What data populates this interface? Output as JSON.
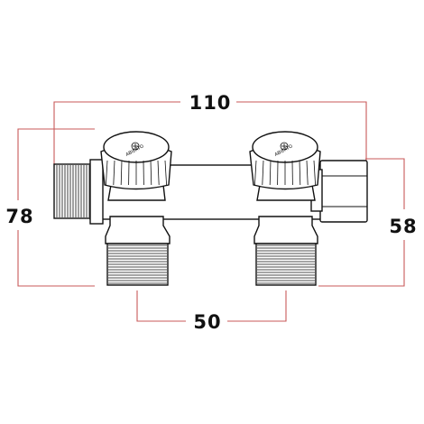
{
  "figure": {
    "dimensions": {
      "overall_width": "110",
      "overall_height": "78",
      "right_height": "58",
      "outlet_spacing": "50"
    },
    "knob_label": "ABIERTO",
    "colors": {
      "dimension_lines": "#c85a5a",
      "outline": "#111111",
      "background": "#ffffff"
    }
  }
}
